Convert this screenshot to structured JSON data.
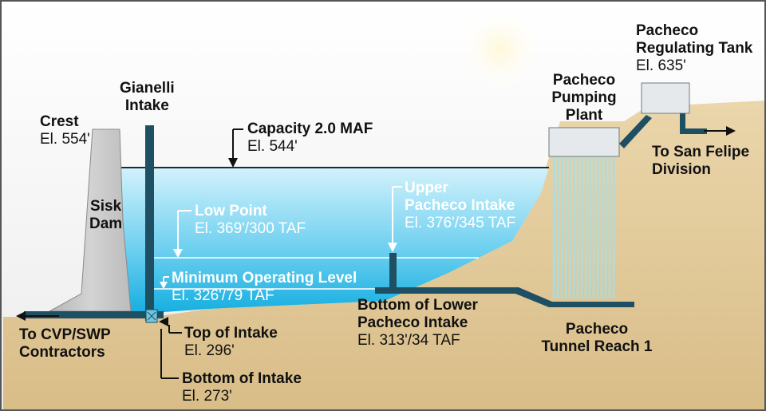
{
  "colors": {
    "sky_top": "#ffffff",
    "water_light": "#c8eefb",
    "water_deep": "#1ab2e2",
    "ground": "#e2c99a",
    "dam": "#c6c6c6",
    "pipe": "#1f4f63",
    "tank": "#e5e9ec"
  },
  "labels": {
    "crest": {
      "title": "Crest",
      "sub": "El. 554'"
    },
    "sisk_dam": {
      "line1": "Sisk",
      "line2": "Dam"
    },
    "gianelli_intake": {
      "line1": "Gianelli",
      "line2": "Intake"
    },
    "capacity": {
      "title": "Capacity 2.0 MAF",
      "sub": "El. 544'"
    },
    "low_point": {
      "title": "Low Point",
      "sub": "El. 369'/300 TAF"
    },
    "min_operating": {
      "title": "Minimum Operating Level",
      "sub": "El. 326'/79 TAF"
    },
    "upper_pacheco": {
      "line1": "Upper",
      "line2": "Pacheco Intake",
      "sub": "El. 376'/345 TAF"
    },
    "bottom_lower_pacheco": {
      "line1": "Bottom of Lower",
      "line2": "Pacheco Intake",
      "sub": "El. 313'/34 TAF"
    },
    "top_of_intake": {
      "title": "Top of Intake",
      "sub": "El. 296'"
    },
    "bottom_of_intake": {
      "title": "Bottom of Intake",
      "sub": "El. 273'"
    },
    "cvp_swp": {
      "line1": "To CVP/SWP",
      "line2": "Contractors"
    },
    "pumping_plant": {
      "line1": "Pacheco",
      "line2": "Pumping",
      "line3": "Plant"
    },
    "regulating_tank": {
      "line1": "Pacheco",
      "line2": "Regulating Tank",
      "sub": "El. 635'"
    },
    "san_felipe": {
      "line1": "To San Felipe",
      "line2": "Division"
    },
    "tunnel": {
      "line1": "Pacheco",
      "line2": "Tunnel Reach 1"
    }
  }
}
